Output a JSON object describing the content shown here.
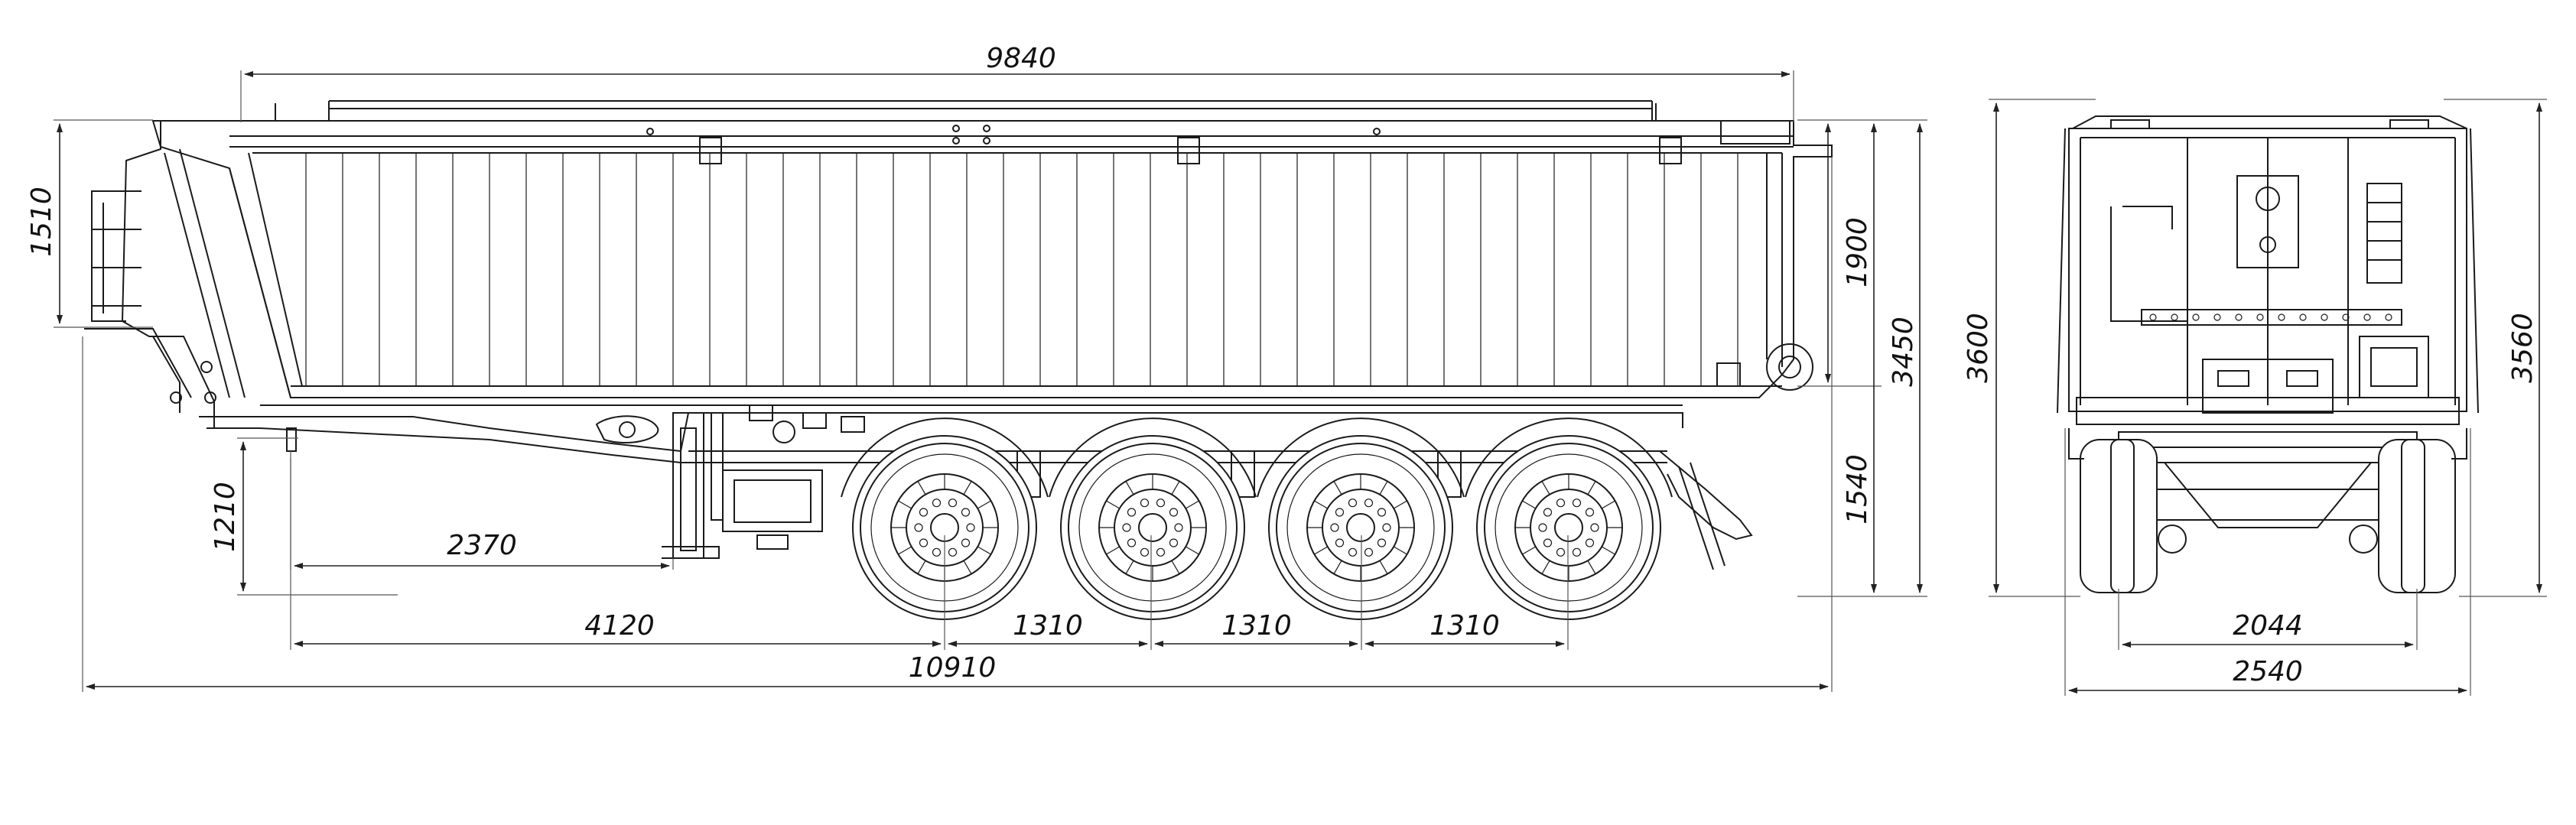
{
  "side_view": {
    "dimensions": {
      "deck_length": "9840",
      "side_height": "1510",
      "rear_wall_height": "1900",
      "total_height_side": "3450",
      "frame_height": "1540",
      "kingpin_height": "1210",
      "landing_gear_distance": "2370",
      "kingpin_to_axle": "4120",
      "axle_spacing_1": "1310",
      "axle_spacing_2": "1310",
      "axle_spacing_3": "1310",
      "overall_length": "10910"
    },
    "axle_count": 4
  },
  "rear_view": {
    "dimensions": {
      "overall_height": "3600",
      "body_height": "3560",
      "track_width": "2044",
      "overall_width": "2540"
    }
  },
  "colors": {
    "line": "#1a1a1a",
    "background": "#ffffff"
  }
}
